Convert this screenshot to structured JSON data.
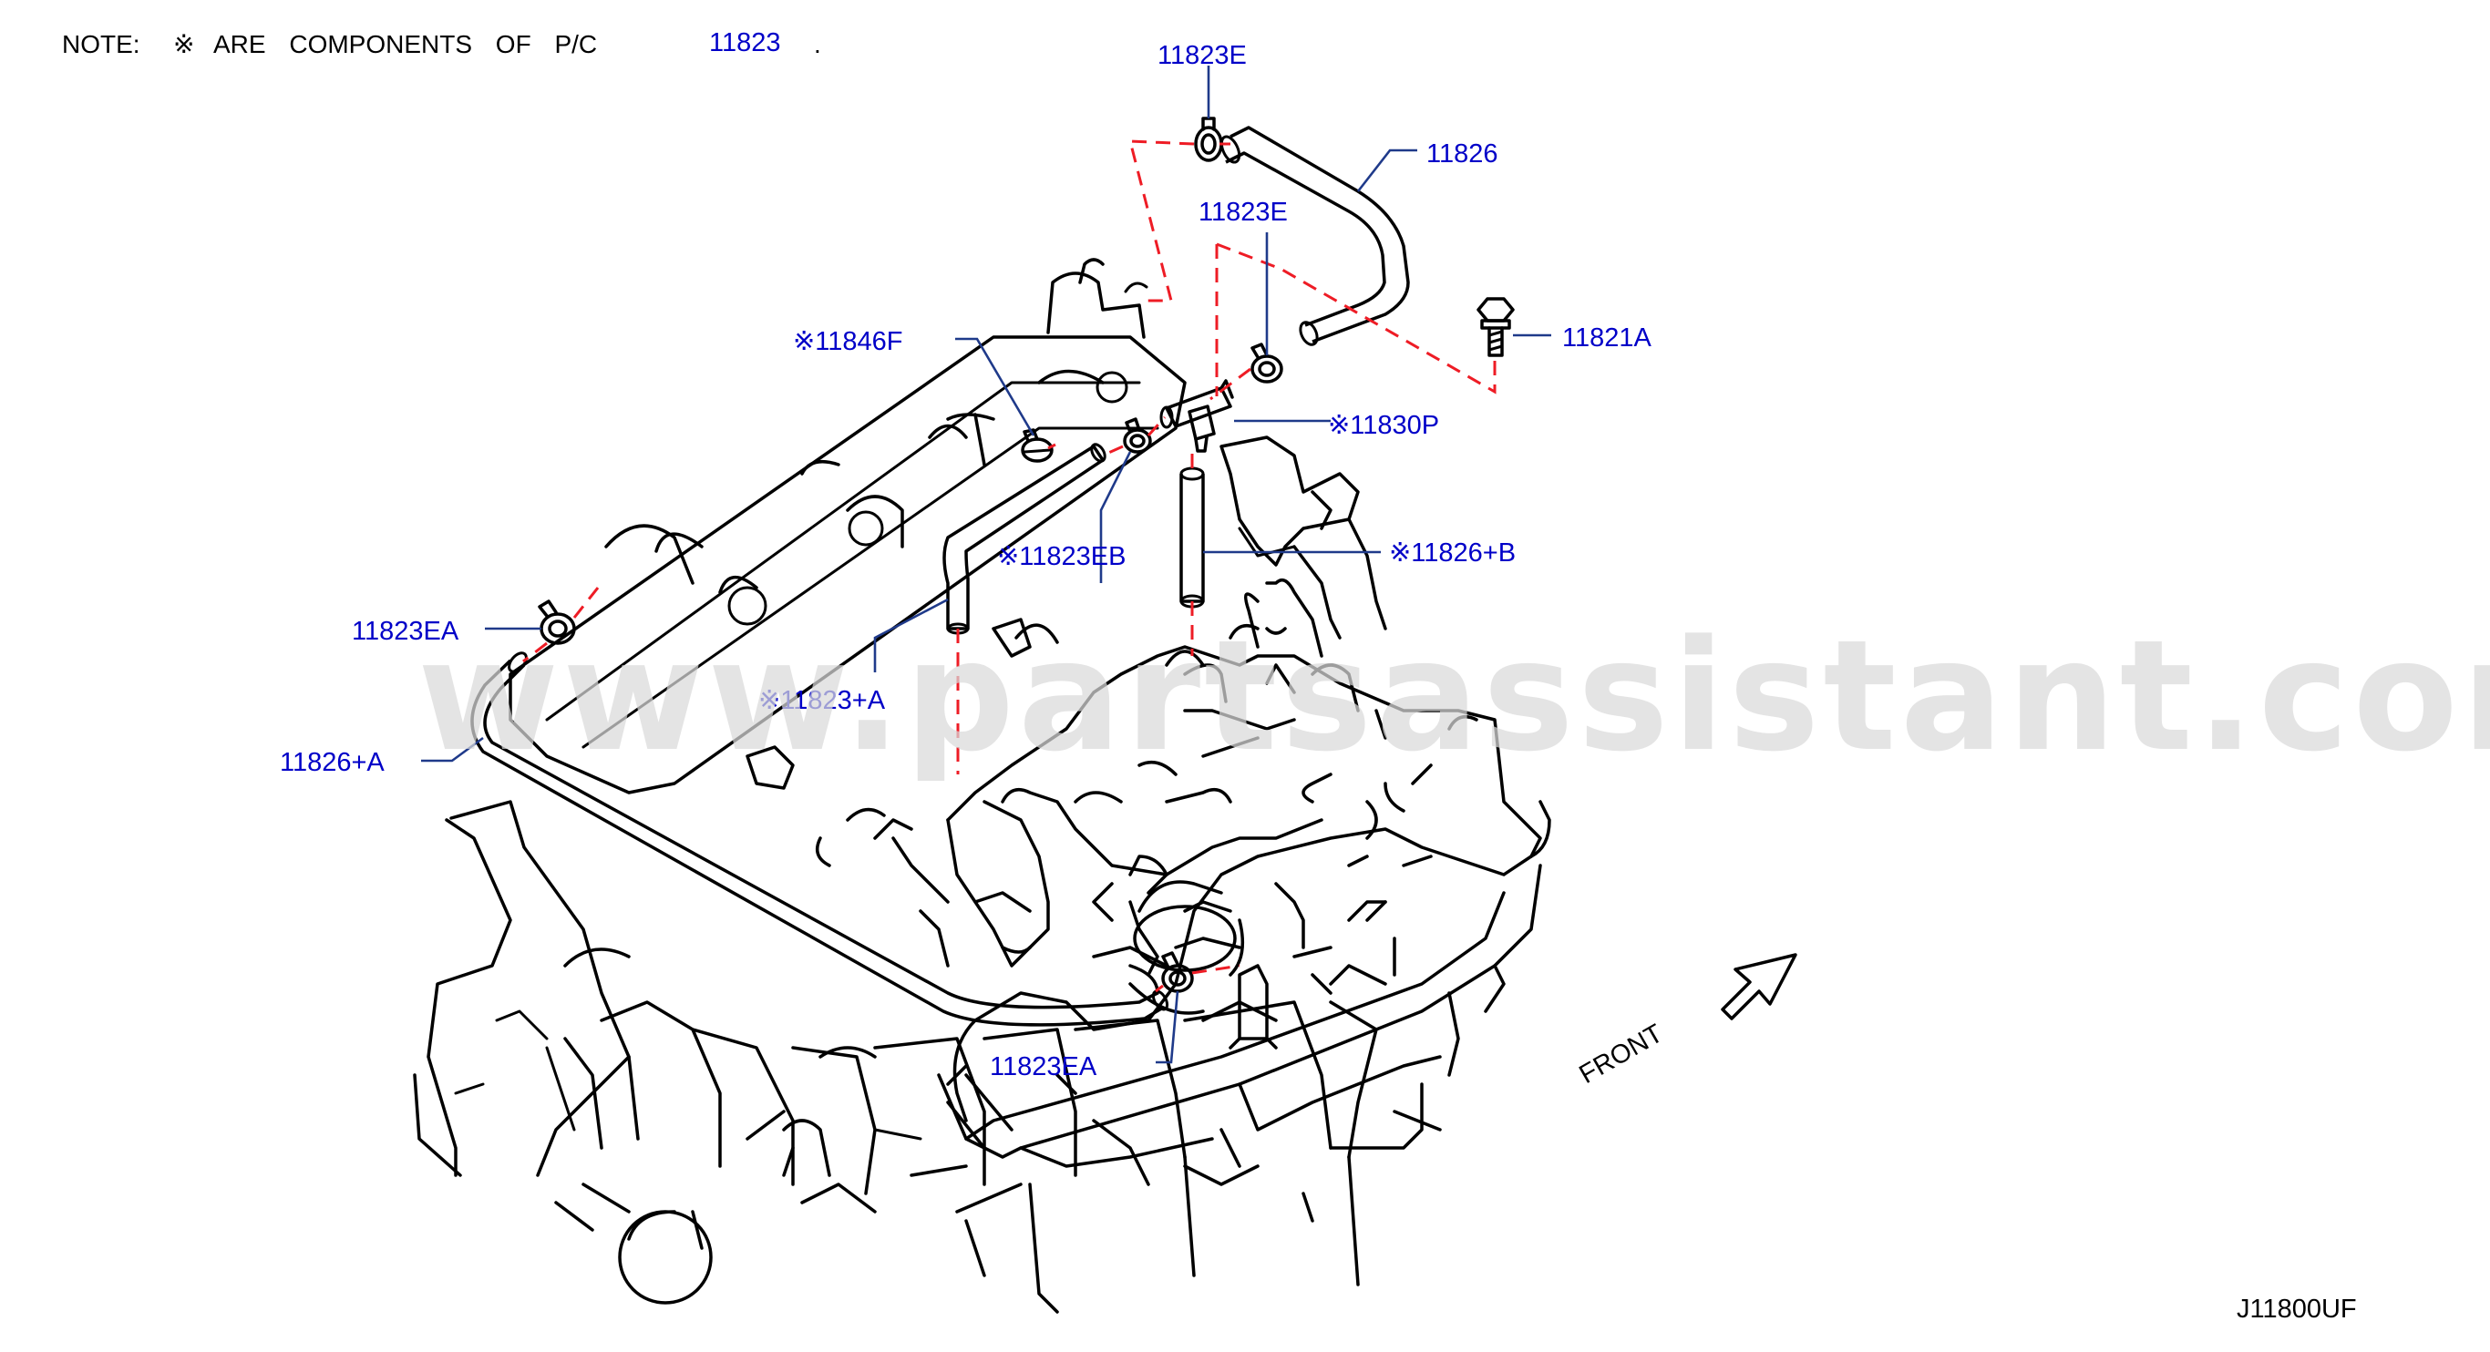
{
  "note": {
    "prefix": "NOTE:",
    "mark": "※",
    "text": "ARE COMPONENTS OF P/C",
    "pc_number": "11823",
    "period": "."
  },
  "callouts": {
    "hose_upper": "11826",
    "clamp_upper_1": "11823E",
    "clamp_upper_2": "11823E",
    "bolt": "11821A",
    "clamp_11846f": "※11846F",
    "connector_11830p": "※11830P",
    "clamp_11823eb": "※11823EB",
    "hose_11826b": "※11826+B",
    "clamp_11823ea_left": "11823EA",
    "hose_11826a": "11826+A",
    "hose_11823a": "※11823+A",
    "clamp_11823ea_lower": "11823EA"
  },
  "direction_label": "FRONT",
  "diagram_code": "J11800UF",
  "watermark": "www.partsassistant.com",
  "colors": {
    "callout_text": "#0000c8",
    "leader": "#1f3a8a",
    "dashed_link": "#ee1c25",
    "linework": "#000000",
    "watermark": "#d9d9d9"
  }
}
